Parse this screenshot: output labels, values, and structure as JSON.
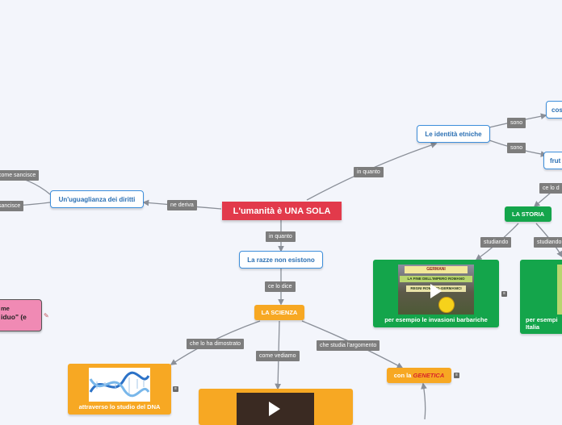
{
  "root": {
    "label": "L'umanità è UNA SOLA"
  },
  "nodes": {
    "identita": "Le identità etniche",
    "uguaglianza": "Un'uguaglianza dei diritti",
    "razze": "La razze non esistono",
    "scienza": "LA SCIENZA",
    "storia": "LA STORIA",
    "cos": "cos",
    "frut": "frut",
    "dna": "attraverso lo studio del DNA",
    "genetica_prefix": "con la ",
    "genetica_word": "GENETICA",
    "invasioni": "per esempio le invasioni barbariche",
    "italia_line1": "per esempi",
    "italia_line2": "Italia",
    "pink_line1": "me",
    "pink_line2": "iduo\" (e"
  },
  "labels": {
    "in_quanto_top": "in quanto",
    "sono_1": "sono",
    "sono_2": "sono",
    "ne_deriva": "ne deriva",
    "come_sancisce": "come sancisce",
    "sancisce": "sancisce",
    "in_quanto_mid": "in quanto",
    "ce_lo_dice": "ce lo dice",
    "che_lo_ha": "che lo ha dimostrato",
    "come_vediamo": "come vediamo",
    "che_studia": "che studia l'argomento",
    "studiando_1": "studiando",
    "studiando_2": "studiando",
    "ce_lo_d": "ce lo d"
  },
  "image_text": {
    "title": "GERMANI",
    "subtitle": "LA FINE DELL'IMPERO ROMANO",
    "sub2": "REGNI ROMANO-GERMANICI"
  },
  "colors": {
    "background": "#f3f5fb",
    "root": "#e23a4b",
    "blue_border": "#3d8edb",
    "orange": "#f7a823",
    "green": "#14a54b",
    "pink": "#f08ab4",
    "connector_label": "#7d7d7d"
  }
}
